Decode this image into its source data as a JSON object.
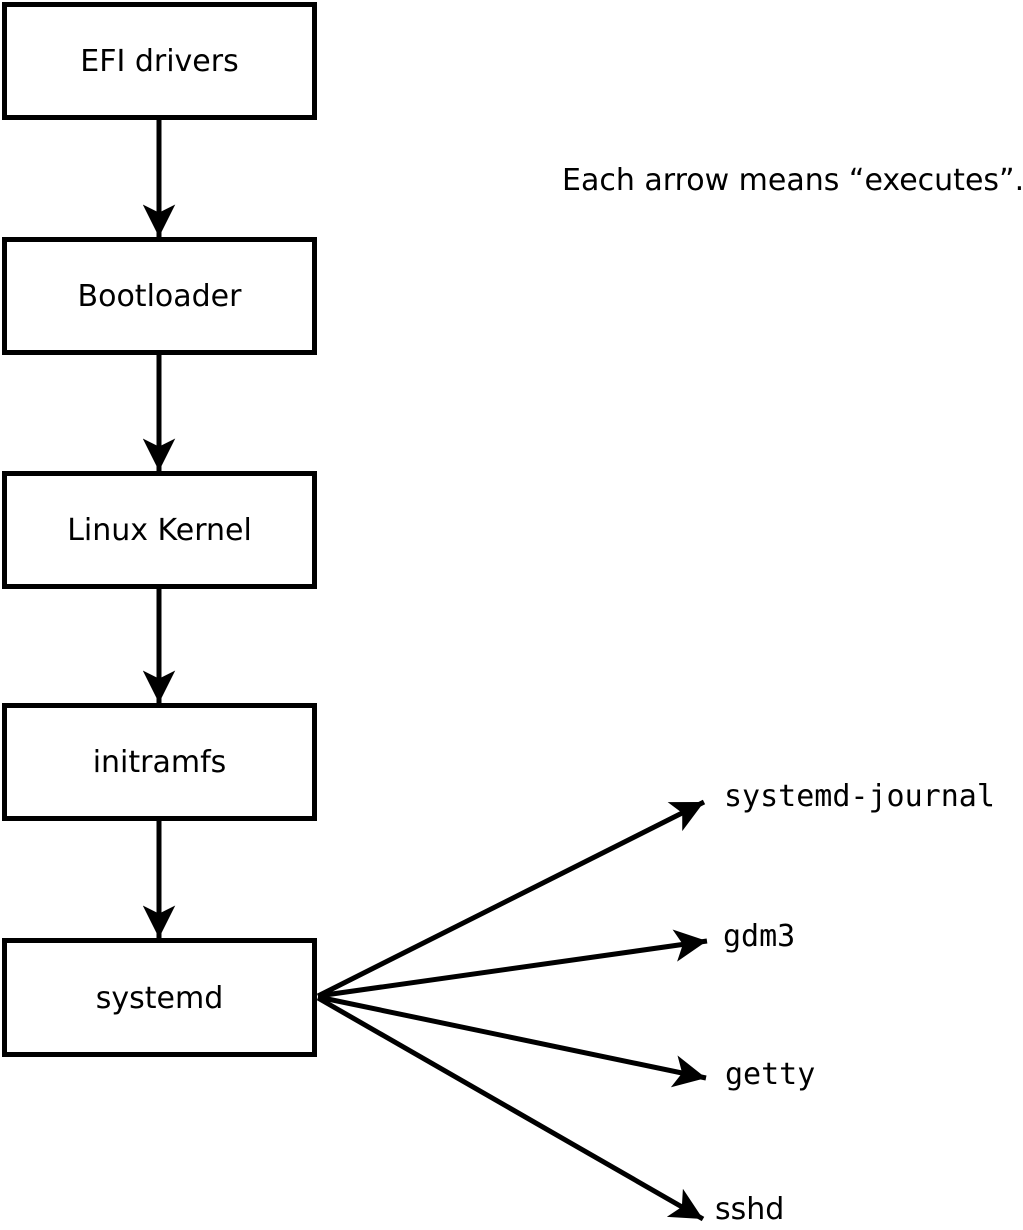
{
  "note": {
    "text": "Each arrow means “executes”."
  },
  "colors": {
    "ink": "#000000",
    "background": "#ffffff"
  },
  "flow": {
    "boxes": [
      {
        "label": "EFI drivers"
      },
      {
        "label": "Bootloader"
      },
      {
        "label": "Linux Kernel"
      },
      {
        "label": "initramfs"
      },
      {
        "label": "systemd"
      }
    ],
    "arrow_relation": "executes"
  },
  "branches": [
    {
      "label": "systemd-journal"
    },
    {
      "label": "gdm3"
    },
    {
      "label": "getty"
    },
    {
      "label": "sshd"
    }
  ]
}
